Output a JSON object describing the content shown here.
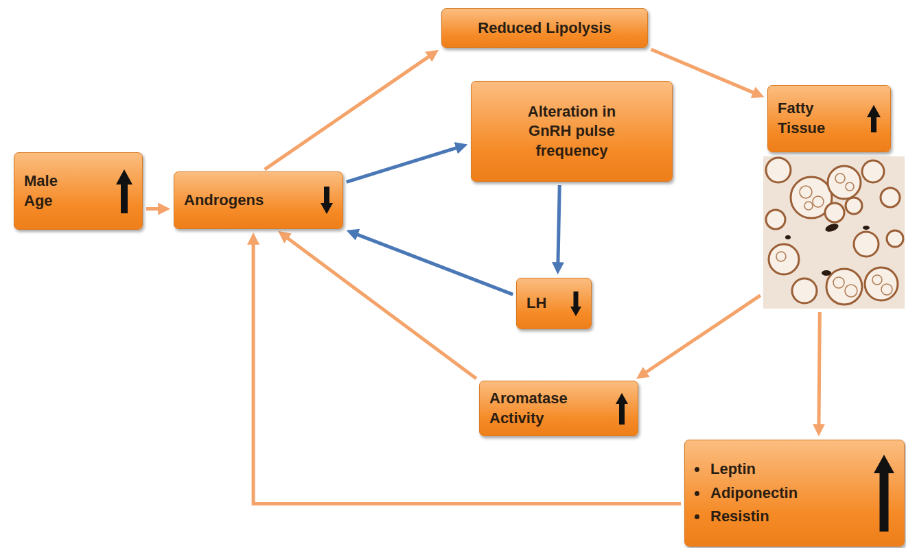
{
  "diagram": {
    "nodes": [
      {
        "text": [
          "Male Age"
        ]
      },
      {
        "text": [
          "Androgens"
        ]
      },
      {
        "text": [
          "Reduced Lipolysis"
        ]
      },
      {
        "text": [
          "Alteration in GnRH pulse frequency"
        ]
      },
      {
        "text": [
          "Fatty Tissue"
        ]
      },
      {
        "text": [
          "LH"
        ]
      },
      {
        "text": [
          "Aromatase Activity"
        ]
      },
      {
        "text": [
          "Leptin",
          "Adiponectin",
          "Resistin"
        ]
      }
    ],
    "edges": [
      {
        "from": 0,
        "to": 1,
        "arrow": "to"
      },
      {
        "from": 1,
        "to": 2,
        "arrow": "to"
      },
      {
        "from": 2,
        "to": 4,
        "arrow": "to"
      },
      {
        "from": 1,
        "to": 3,
        "arrow": "to"
      },
      {
        "from": 3,
        "to": 5,
        "arrow": "to"
      },
      {
        "from": 5,
        "to": 1,
        "arrow": "to"
      },
      {
        "from": 4,
        "to": 6,
        "arrow": "to"
      },
      {
        "from": 4,
        "to": 7,
        "arrow": "to"
      },
      {
        "from": 6,
        "to": 1,
        "arrow": "to"
      },
      {
        "from": 7,
        "to": 1,
        "arrow": "to"
      }
    ]
  }
}
